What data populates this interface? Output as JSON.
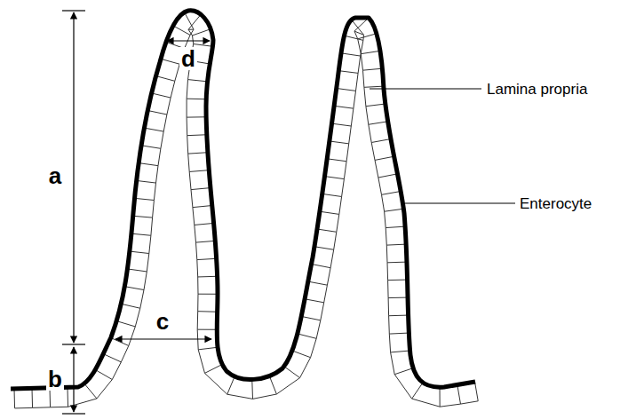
{
  "diagram": {
    "labels": [
      "a",
      "b",
      "c",
      "d",
      "Lamina propria",
      "Enterocyte"
    ]
  }
}
